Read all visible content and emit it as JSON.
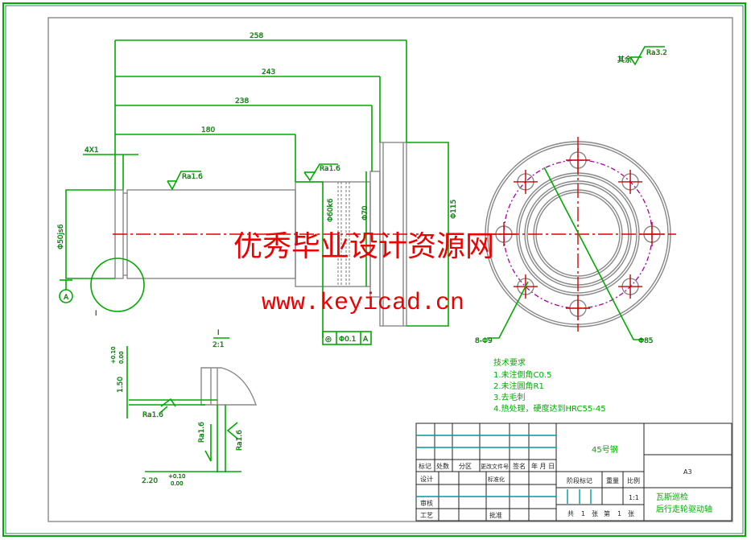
{
  "dimensions": {
    "len_258": "258",
    "len_243": "243",
    "len_238": "238",
    "len_180": "180",
    "groove": "4X1",
    "dia_shaft": "Φ50js6",
    "dia_bearing": "Φ60k6",
    "dia_shoulder": "Φ70",
    "dia_flange": "Φ115",
    "bolt_holes": "8-Φ9",
    "bolt_circle": "Φ85"
  },
  "roughness": {
    "ra16": "Ra1.6",
    "other_label": "其余",
    "other_value": "Ra3.2"
  },
  "tolerance_frame": {
    "symbol": "◎",
    "value": "Φ0.1",
    "datum": "A"
  },
  "datum_label": "A",
  "detail": {
    "marker": "I",
    "label": "I",
    "scale": "2:1",
    "width_dim": "1.50",
    "width_tol_upper": "+0.10",
    "width_tol_lower": "0.00",
    "depth_dim": "2.20",
    "depth_tol_upper": "+0.10",
    "depth_tol_lower": "0.00"
  },
  "tech_requirements": {
    "title": "技术要求",
    "items": [
      "1.未注倒角C0.5",
      "2.未注圆角R1",
      "3.去毛刺",
      "4.热处理，硬度达到HRC55-45"
    ]
  },
  "title_block": {
    "headers": [
      "标记",
      "处数",
      "分区",
      "更改文件号",
      "签名",
      "年 月 日"
    ],
    "design": "设计",
    "standardization": "标准化",
    "review": "审核",
    "process": "工艺",
    "approve": "批准",
    "material": "45号钢",
    "stage_mark": "阶段标记",
    "weight": "重量",
    "scale_label": "比例",
    "scale_value": "1:1",
    "sheets": [
      "共",
      "1",
      "张",
      "第",
      "1",
      "张"
    ],
    "paper_size": "A3",
    "drawing_name_1": "瓦斯巡检",
    "drawing_name_2": "后行走轮驱动轴"
  },
  "watermark": {
    "line1": "优秀毕业设计资源网",
    "line2": "www.keyicad.cn"
  },
  "colors": {
    "dimension": "#00aa00",
    "centerline": "#dd0000",
    "pitch_circle": "#aa00aa",
    "watermark": "#ee0000"
  }
}
